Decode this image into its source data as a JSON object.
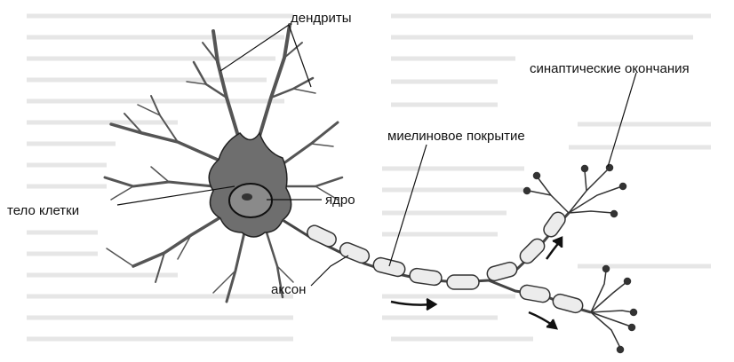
{
  "labels": {
    "dendrites": "дендриты",
    "synaptic_terminals": "синаптические окончания",
    "myelin_sheath": "миелиновое покрытие",
    "cell_body": "тело клетки",
    "nucleus": "ядро",
    "axon": "аксон"
  },
  "colors": {
    "cell_fill": "#6e6e6e",
    "nucleus_fill": "#8a8a8a",
    "myelin_fill": "#ececec",
    "line": "#222222",
    "ghost_text": "#e6e6e6"
  }
}
